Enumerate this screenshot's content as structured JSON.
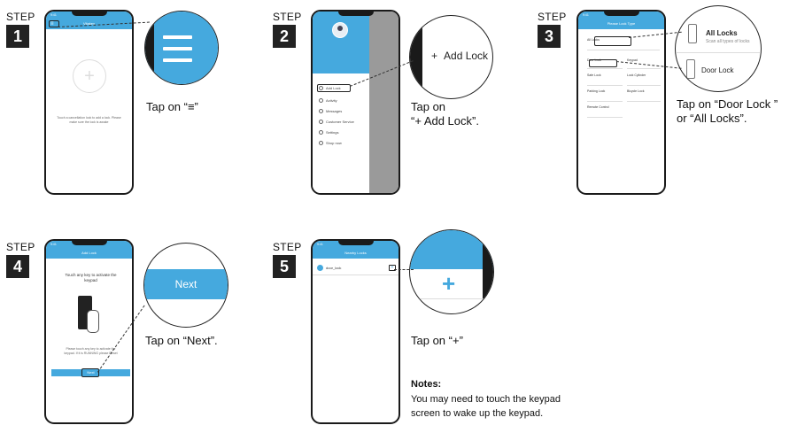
{
  "steps": [
    {
      "word": "STEP",
      "num": "1",
      "phone": {
        "title": "Vitakey",
        "hint": "Touch a cancellation lock to add a lock. Please make sure the lock is awake"
      },
      "caption_lines": [
        "Tap on “≡”"
      ]
    },
    {
      "word": "STEP",
      "num": "2",
      "phone": {
        "menu": [
          "Add Lock",
          "Activity",
          "Messages",
          "Customer Service",
          "Settings",
          "Shop now"
        ]
      },
      "magnifier": {
        "label": "Add Lock",
        "icon": "plus-icon"
      },
      "caption_lines": [
        "Tap on",
        "“+ Add Lock”."
      ]
    },
    {
      "word": "STEP",
      "num": "3",
      "phone": {
        "title": "Please Lock Type",
        "items": [
          "All Locks",
          "Door Lock",
          "Keypad",
          "Safe Lock",
          "Lock Cylinder",
          "Parking Lock",
          "Bicycle Lock",
          "Remote Control"
        ]
      },
      "magnifier": {
        "title": "All Locks",
        "subtitle": "Scan all types of locks",
        "second": "Door Lock"
      },
      "caption_lines": [
        "Tap on “Door Lock ”",
        "or “All Locks”."
      ]
    },
    {
      "word": "STEP",
      "num": "4",
      "phone": {
        "title": "Add Lock",
        "heading": "Touch any key to activate the keypad",
        "body": "Please touch any key to activate the keypad. If it is RUNNING please Reset",
        "button": "Next"
      },
      "magnifier": {
        "label": "Next"
      },
      "caption_lines": [
        "Tap on “Next”."
      ]
    },
    {
      "word": "STEP",
      "num": "5",
      "phone": {
        "title": "Nearby Locks",
        "device": "door_lock"
      },
      "magnifier": {
        "icon": "plus-icon"
      },
      "caption_lines": [
        "Tap on “+”"
      ]
    }
  ],
  "notes": {
    "title": "Notes:",
    "lines": [
      "You may need to touch the keypad",
      "screen to wake up the keypad."
    ]
  },
  "colors": {
    "accent": "#45a9de",
    "dark": "#1a1a1a"
  }
}
